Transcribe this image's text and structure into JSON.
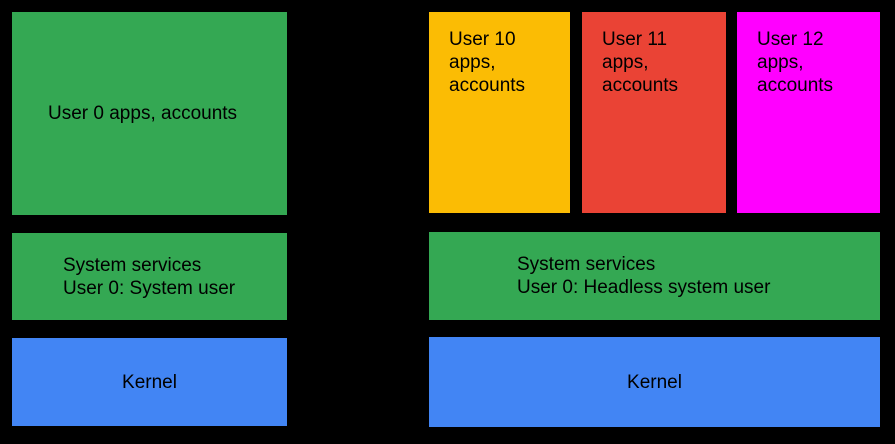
{
  "diagram": {
    "background_color": "#000000",
    "text_color": "#000000",
    "colors": {
      "green": "#34A853",
      "blue": "#4285F4",
      "yellow": "#FBBC04",
      "red": "#EA4335",
      "magenta": "#FF00FF"
    },
    "left_stack": {
      "user_apps": {
        "label": "User 0 apps, accounts",
        "color": "#34A853"
      },
      "system_services": {
        "line1": "System services",
        "line2": "User 0: System user",
        "color": "#34A853"
      },
      "kernel": {
        "label": "Kernel",
        "color": "#4285F4"
      }
    },
    "right_stack": {
      "user_apps": [
        {
          "label": "User 10 apps, accounts",
          "color": "#FBBC04"
        },
        {
          "label": "User 11 apps, accounts",
          "color": "#EA4335"
        },
        {
          "label": "User 12 apps, accounts",
          "color": "#FF00FF"
        }
      ],
      "system_services": {
        "line1": "System services",
        "line2": "User 0: Headless system user",
        "color": "#34A853"
      },
      "kernel": {
        "label": "Kernel",
        "color": "#4285F4"
      }
    }
  }
}
